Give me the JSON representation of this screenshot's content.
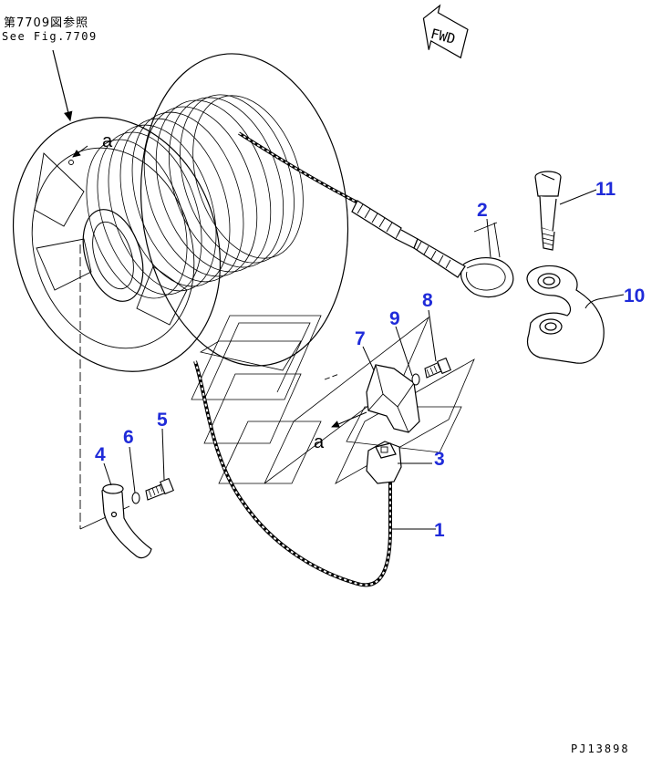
{
  "reference": {
    "japanese": "第7709図参照",
    "english": "See Fig.7709"
  },
  "direction_label": "FWD",
  "view_markers": [
    "a",
    "a"
  ],
  "callouts": [
    "1",
    "2",
    "3",
    "4",
    "5",
    "6",
    "7",
    "8",
    "9",
    "10",
    "11"
  ],
  "figure_id": "PJ13898",
  "colors": {
    "callout": "#1f2bd9",
    "line": "#000000",
    "background": "#ffffff"
  }
}
